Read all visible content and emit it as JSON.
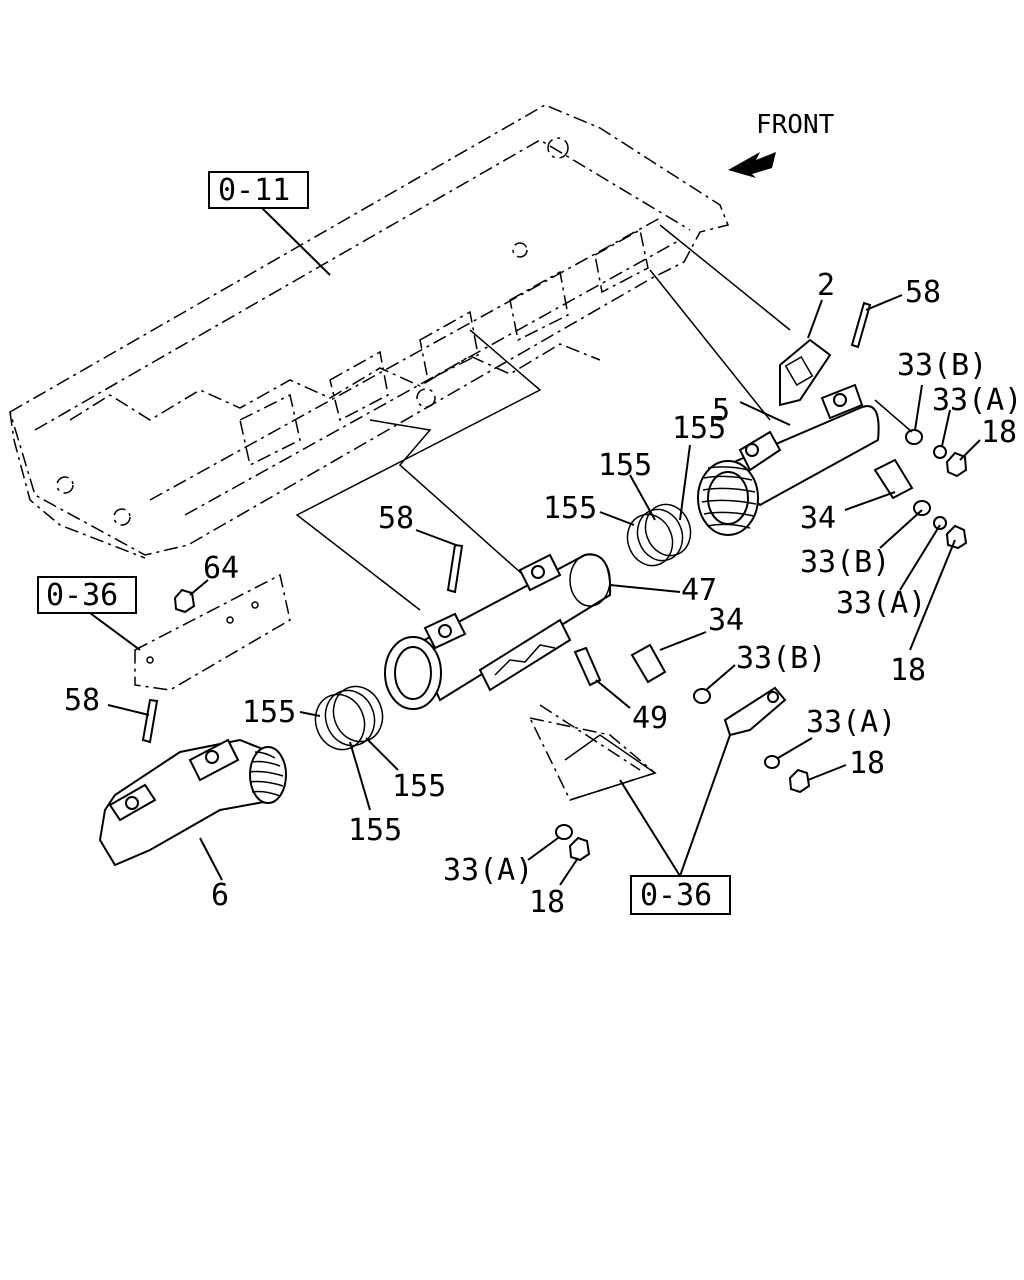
{
  "front_label": "FRONT",
  "refs": {
    "ref_011": "0-11",
    "ref_036_left": "0-36",
    "ref_036_bottom": "0-36"
  },
  "callouts": {
    "c2": "2",
    "c58_top": "58",
    "c33b_1": "33(B)",
    "c33a_1": "33(A)",
    "c18_1": "18",
    "c5": "5",
    "c155_a": "155",
    "c155_b": "155",
    "c155_c": "155",
    "c34_1": "34",
    "c33b_2": "33(B)",
    "c33a_2": "33(A)",
    "c18_2": "18",
    "c58_mid": "58",
    "c47": "47",
    "c34_2": "34",
    "c33b_3": "33(B)",
    "c64": "64",
    "c49": "49",
    "c33a_3": "33(A)",
    "c18_3": "18",
    "c58_left": "58",
    "c155_d": "155",
    "c155_e": "155",
    "c155_f": "155",
    "c33a_4": "33(A)",
    "c18_4": "18",
    "c6": "6"
  }
}
